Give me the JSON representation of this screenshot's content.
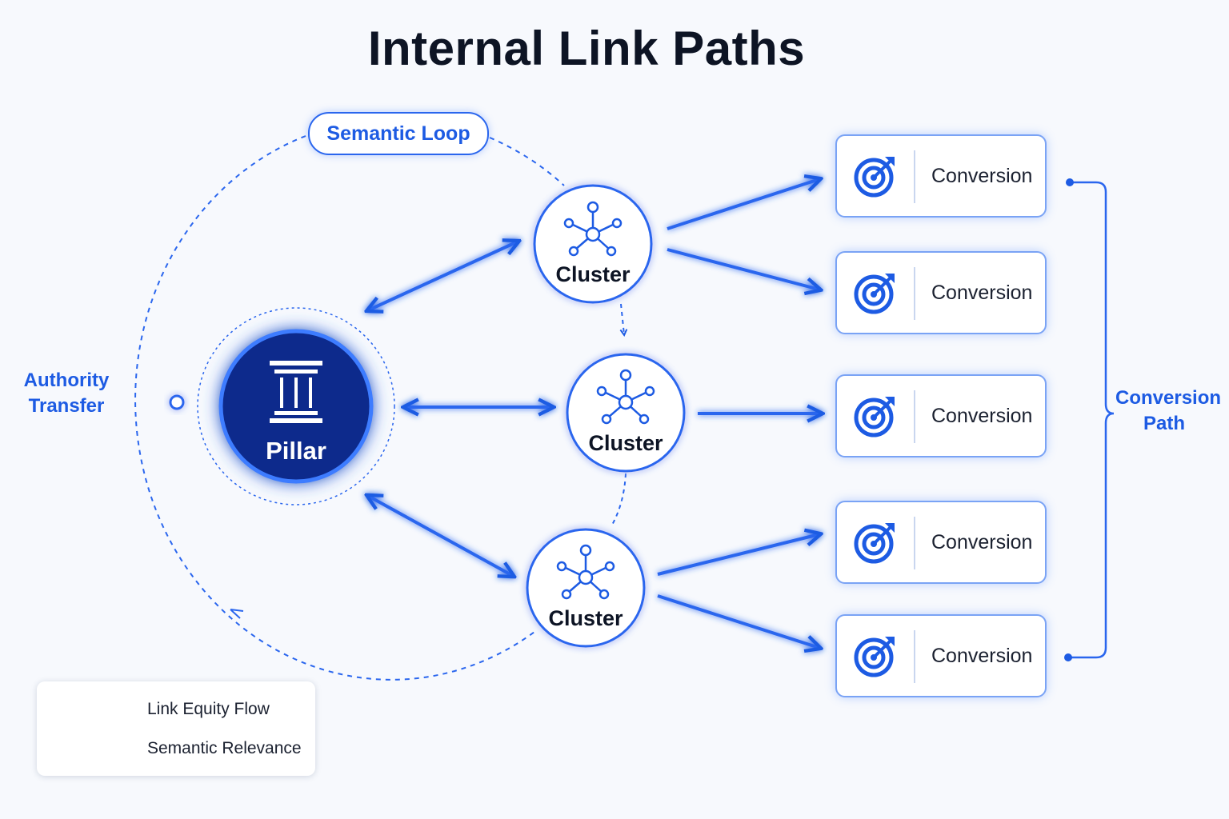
{
  "title": "Internal Link Paths",
  "semantic_loop_label": "Semantic Loop",
  "authority_transfer": {
    "line1": "Authority",
    "line2": "Transfer"
  },
  "pillar": {
    "label": "Pillar",
    "icon": "pillar-columns-icon"
  },
  "clusters": [
    {
      "label": "Cluster",
      "icon": "network-nodes-icon"
    },
    {
      "label": "Cluster",
      "icon": "network-nodes-icon"
    },
    {
      "label": "Cluster",
      "icon": "network-nodes-icon"
    }
  ],
  "conversions": [
    {
      "label": "Conversion",
      "icon": "target-arrow-icon"
    },
    {
      "label": "Conversion",
      "icon": "target-arrow-icon"
    },
    {
      "label": "Conversion",
      "icon": "target-arrow-icon"
    },
    {
      "label": "Conversion",
      "icon": "target-arrow-icon"
    },
    {
      "label": "Conversion",
      "icon": "target-arrow-icon"
    }
  ],
  "conversion_path": {
    "line1": "Conversion",
    "line2": "Path"
  },
  "legend": {
    "solid_label": "Link Equity Flow",
    "dashed_label": "Semantic Relevance"
  },
  "colors": {
    "accent": "#1d5be3",
    "pillar_fill": "#0a2a8c",
    "title": "#0d1424",
    "background": "#f7f9fd"
  }
}
